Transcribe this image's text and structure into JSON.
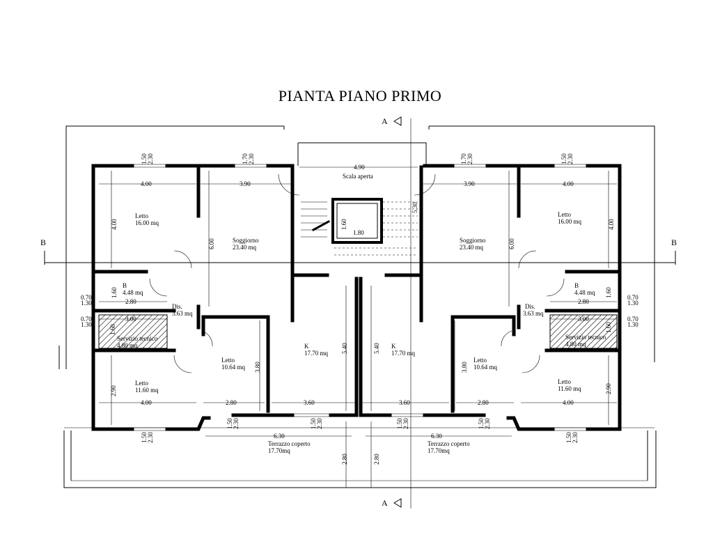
{
  "title": "PIANTA PIANO PRIMO",
  "section_marks": {
    "a": "A",
    "b": "B"
  },
  "rooms": {
    "letto_l_top": {
      "name": "Letto",
      "area": "16.00 mq"
    },
    "letto_r_top": {
      "name": "Letto",
      "area": "16.00 mq"
    },
    "soggiorno_l": {
      "name": "Soggiorno",
      "area": "23.40 mq"
    },
    "soggiorno_r": {
      "name": "Soggiorno",
      "area": "23.40 mq"
    },
    "scala": {
      "name": "Scala aperta"
    },
    "bagno_l": {
      "name": "B",
      "area": "4.48 mq"
    },
    "bagno_r": {
      "name": "B",
      "area": "4.48 mq"
    },
    "dis_l": {
      "name": "Dis.",
      "area": "3.63 mq"
    },
    "dis_r": {
      "name": "Dis.",
      "area": "3.63 mq"
    },
    "servizio_l": {
      "name": "Servizio tecnico",
      "area": "4.80 mq"
    },
    "servizio_r": {
      "name": "Servizio tecnico",
      "area": "4.80 mq"
    },
    "letto_l_mid": {
      "name": "Letto",
      "area": "10.64 mq"
    },
    "letto_r_mid": {
      "name": "Letto",
      "area": "10.64 mq"
    },
    "letto_l_bot": {
      "name": "Letto",
      "area": "11.60 mq"
    },
    "letto_r_bot": {
      "name": "Letto",
      "area": "11.60 mq"
    },
    "k_l": {
      "name": "K",
      "area": "17.70 mq"
    },
    "k_r": {
      "name": "K",
      "area": "17.70 mq"
    },
    "terrazzo_l": {
      "name": "Terrazzo coperto",
      "area": "17.70mq"
    },
    "terrazzo_r": {
      "name": "Terrazzo coperto",
      "area": "17.70mq"
    }
  },
  "dimensions": {
    "d_400": "4.00",
    "d_390": "3.90",
    "d_490": "4.90",
    "d_530": "5.30",
    "d_160": "1.60",
    "d_180": "1.80",
    "d_600": "6.00",
    "d_280": "2.80",
    "d_300": "3.00",
    "d_070": "0.70",
    "d_130": "1.30",
    "d_540": "5.40",
    "d_380": "3.80",
    "d_290": "2.90",
    "d_360": "3.60",
    "d_630": "6.30",
    "d_150": "1.50",
    "d_230": "2.30",
    "d_170": "1.70"
  }
}
